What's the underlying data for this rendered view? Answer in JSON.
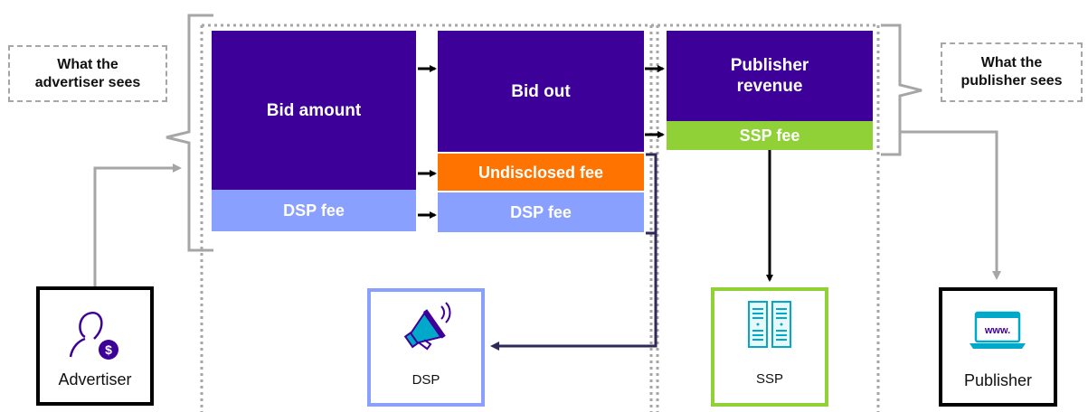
{
  "labels": {
    "advertiser_sees": "What the advertiser sees",
    "publisher_sees": "What the publisher sees"
  },
  "blocks": {
    "bid_amount": "Bid amount",
    "dsp_fee_left": "DSP fee",
    "bid_out": "Bid out",
    "undisclosed_fee": "Undisclosed fee",
    "dsp_fee_middle": "DSP fee",
    "publisher_revenue": "Publisher revenue",
    "ssp_fee": "SSP fee"
  },
  "entities": {
    "advertiser": "Advertiser",
    "dsp": "DSP",
    "ssp": "SSP",
    "publisher": "Publisher"
  },
  "icons": {
    "advertiser": "person-dollar-icon",
    "dsp": "megaphone-icon",
    "ssp": "server-icon",
    "publisher": "laptop-www-icon"
  },
  "colors": {
    "purple": "#3d0099",
    "lavender": "#8aa0ff",
    "orange": "#ff7300",
    "green": "#8fd136",
    "gray": "#a6a6a6",
    "dark_navy": "#2e2a57"
  }
}
